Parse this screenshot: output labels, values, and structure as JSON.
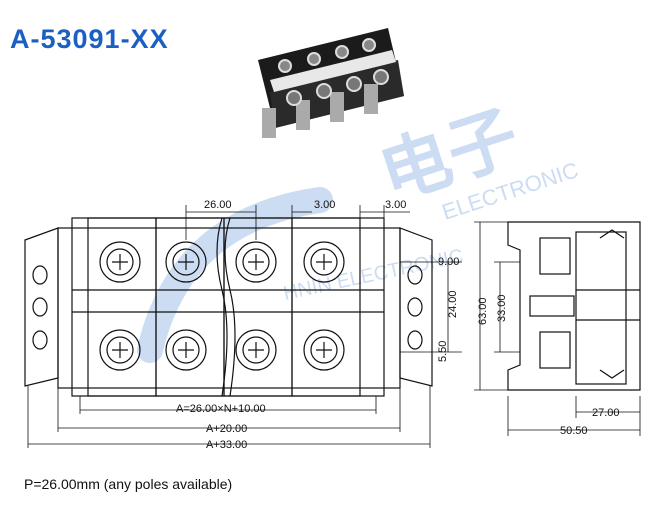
{
  "title": "A-53091-XX",
  "footnote": "P=26.00mm (any poles available)",
  "brand_color": "#1a5fc4",
  "watermark": {
    "chinese": "电子",
    "english": "ELECTRONIC",
    "line": "HNIN ELECTRONIC"
  },
  "dimensions": {
    "pitch": "26.00",
    "spacing_a": "3.00",
    "spacing_b": "3.00",
    "side_top": "9.00",
    "side_mid": "24.00",
    "side_bottom": "5.50",
    "height_total": "63.00",
    "height_inner": "33.00",
    "length_formula": "A=26.00×N+10.00",
    "length_a20": "A+20.00",
    "length_a33": "A+33.00",
    "depth_inner": "27.00",
    "depth_total": "50.50"
  }
}
